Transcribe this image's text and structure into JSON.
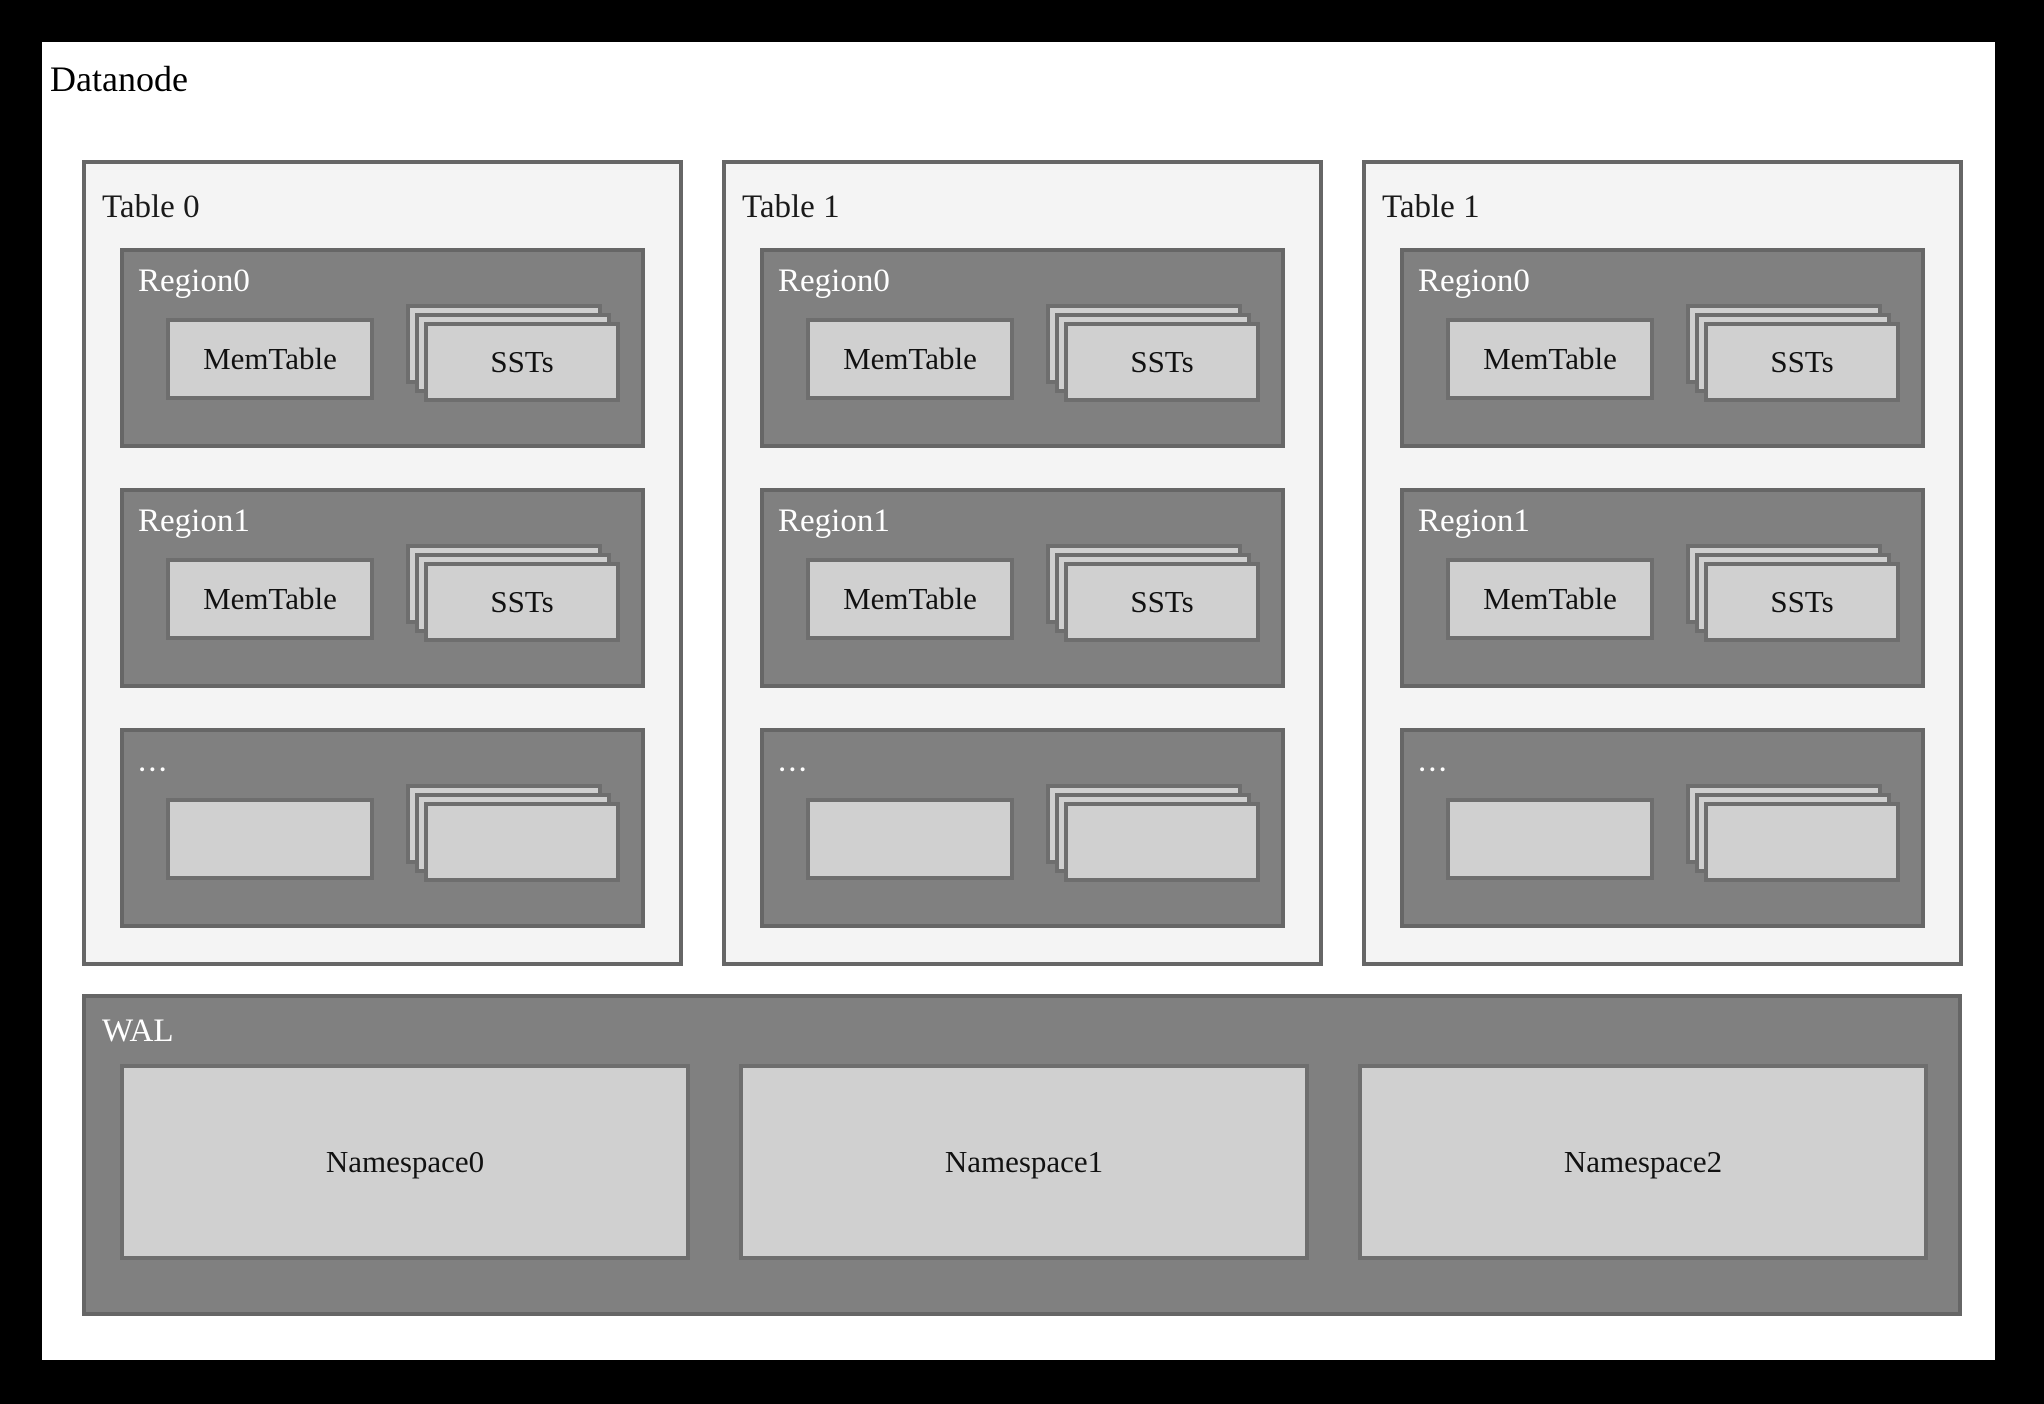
{
  "diagram": {
    "title": "Datanode",
    "colors": {
      "outer_frame": "#000000",
      "canvas": "#ffffff",
      "table_panel_fill": "#f4f4f4",
      "table_panel_border": "#666666",
      "region_fill": "#808080",
      "region_border": "#666666",
      "inner_box_fill": "#d0d0d0",
      "inner_box_border": "#6e6e6e",
      "label_dark": "#1a1a1a",
      "label_light": "#ffffff"
    }
  },
  "tables": [
    {
      "label": "Table 0",
      "regions": [
        {
          "label": "Region0",
          "memtable": "MemTable",
          "ssts": "SSTs"
        },
        {
          "label": "Region1",
          "memtable": "MemTable",
          "ssts": "SSTs"
        },
        {
          "label": "...",
          "memtable": "",
          "ssts": ""
        }
      ]
    },
    {
      "label": "Table 1",
      "regions": [
        {
          "label": "Region0",
          "memtable": "MemTable",
          "ssts": "SSTs"
        },
        {
          "label": "Region1",
          "memtable": "MemTable",
          "ssts": "SSTs"
        },
        {
          "label": "...",
          "memtable": "",
          "ssts": ""
        }
      ]
    },
    {
      "label": "Table 1",
      "regions": [
        {
          "label": "Region0",
          "memtable": "MemTable",
          "ssts": "SSTs"
        },
        {
          "label": "Region1",
          "memtable": "MemTable",
          "ssts": "SSTs"
        },
        {
          "label": "...",
          "memtable": "",
          "ssts": ""
        }
      ]
    }
  ],
  "wal": {
    "label": "WAL",
    "namespaces": [
      {
        "label": "Namespace0"
      },
      {
        "label": "Namespace1"
      },
      {
        "label": "Namespace2"
      }
    ]
  }
}
